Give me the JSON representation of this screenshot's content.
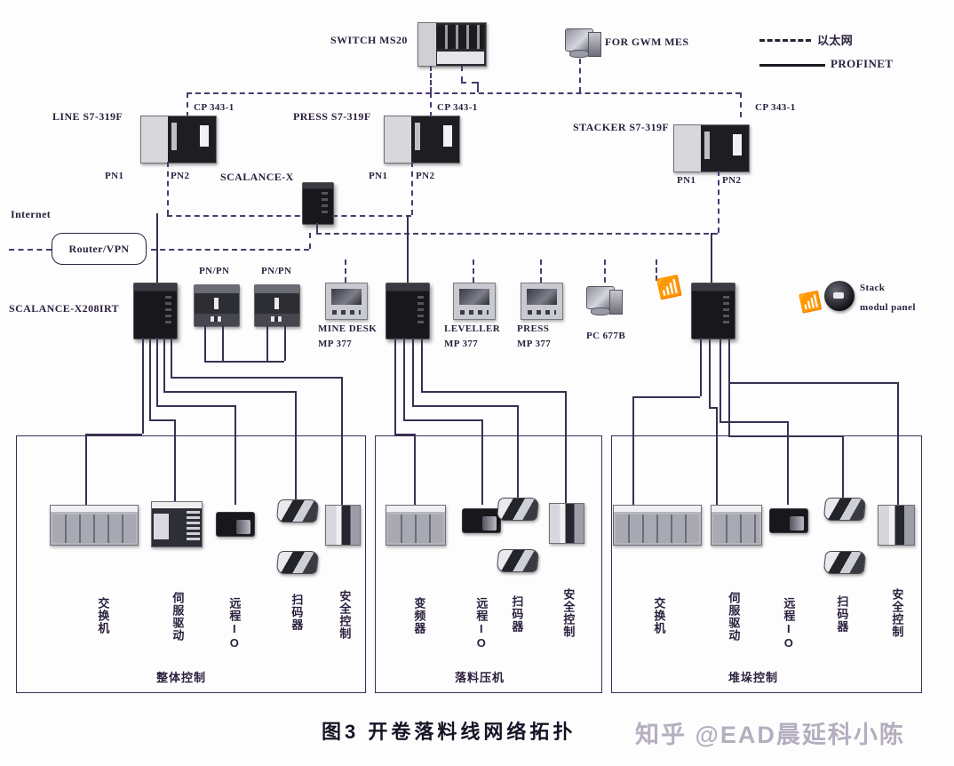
{
  "figure": {
    "caption": "图3   开卷落料线网络拓扑",
    "watermark": "知乎 @EAD晨延科小陈"
  },
  "legend": {
    "items": [
      {
        "label": "以太网",
        "style": "dashed",
        "icon": "dashed-line-icon"
      },
      {
        "label": "PROFINET",
        "style": "solid",
        "icon": "solid-line-icon"
      }
    ]
  },
  "top": {
    "switch": {
      "label": "SWITCH MS20",
      "icon": "network-switch-icon"
    },
    "mes_pc": {
      "label": "FOR GWM MES",
      "icon": "desktop-computer-icon"
    }
  },
  "controllers": [
    {
      "label": "LINE S7-319F",
      "cp": "CP 343-1",
      "port1": "PN1",
      "port2": "PN2",
      "icon": "plc-icon"
    },
    {
      "label": "PRESS S7-319F",
      "cp": "CP 343-1",
      "port1": "PN1",
      "port2": "PN2",
      "icon": "plc-icon"
    },
    {
      "label": "STACKER S7-319F",
      "cp": "CP 343-1",
      "port1": "PN1",
      "port2": "PN2",
      "icon": "plc-icon"
    }
  ],
  "middle": {
    "scalance_x": {
      "label": "SCALANCE-X",
      "icon": "scalance-switch-icon"
    },
    "internet": {
      "label": "Internet"
    },
    "router": {
      "label": "Router/VPN",
      "icon": "router-icon"
    },
    "scalance_main": {
      "label": "SCALANCE-X208IRT",
      "icon": "scalance-switch-icon"
    },
    "gateways": [
      {
        "label": "PN/PN",
        "icon": "pn-pn-coupler-icon"
      },
      {
        "label": "PN/PN",
        "icon": "pn-pn-coupler-icon"
      }
    ],
    "hmis": [
      {
        "name": "MINE DESK",
        "model": "MP 377",
        "icon": "hmi-panel-icon"
      },
      {
        "name": "LEVELLER",
        "model": "MP 377",
        "icon": "hmi-panel-icon"
      },
      {
        "name": "PRESS",
        "model": "MP 377",
        "icon": "hmi-panel-icon"
      }
    ],
    "pc": {
      "label": "PC 677B",
      "icon": "industrial-pc-icon"
    },
    "wireless": {
      "label_line1": "Stack",
      "label_line2": "modul panel",
      "icon": "wireless-antenna-icon"
    }
  },
  "panels": [
    {
      "title": "整体控制",
      "nodes": [
        {
          "label": "交换机",
          "icon": "switch-rack-icon"
        },
        {
          "label": "伺服驱动",
          "icon": "servo-drive-icon"
        },
        {
          "label": "远程IO",
          "icon": "remote-io-icon"
        },
        {
          "label": "扫码器",
          "icon": "barcode-scanner-icon",
          "count": 2
        },
        {
          "label": "安全控制",
          "icon": "safety-controller-icon"
        }
      ]
    },
    {
      "title": "落料压机",
      "nodes": [
        {
          "label": "变频器",
          "icon": "inverter-icon"
        },
        {
          "label": "远程IO",
          "icon": "remote-io-icon"
        },
        {
          "label": "扫码器",
          "icon": "barcode-scanner-icon",
          "count": 2
        },
        {
          "label": "安全控制",
          "icon": "safety-controller-icon"
        }
      ]
    },
    {
      "title": "堆垛控制",
      "nodes": [
        {
          "label": "交换机",
          "icon": "switch-rack-icon"
        },
        {
          "label": "伺服驱动",
          "icon": "servo-drive-icon"
        },
        {
          "label": "远程IO",
          "icon": "remote-io-icon"
        },
        {
          "label": "扫码器",
          "icon": "barcode-scanner-icon",
          "count": 2
        },
        {
          "label": "安全控制",
          "icon": "safety-controller-icon"
        }
      ]
    }
  ],
  "colors": {
    "line_profinet": "#3a2f52",
    "line_ethernet": "#4a3a6b",
    "text": "#2a1f3d"
  }
}
